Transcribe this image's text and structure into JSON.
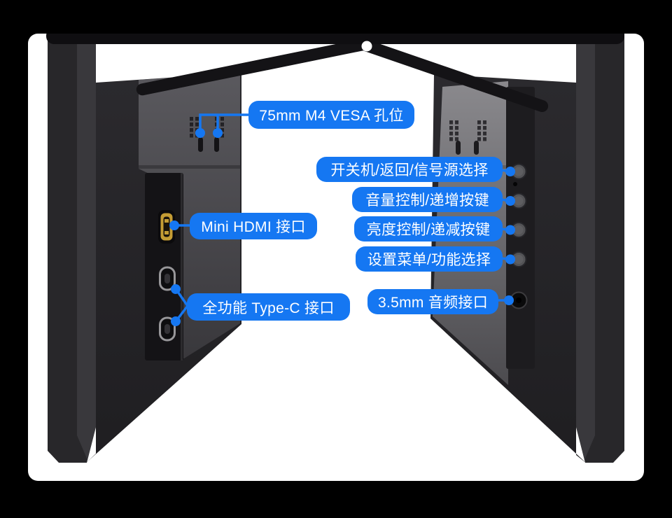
{
  "colors": {
    "accent_blue": "#1577F2",
    "canvas_bg": "#000000",
    "card_bg": "#FFFFFF",
    "monitor_dark": "#232226",
    "plate_gray_left": "#4E4D51",
    "plate_gray_right": "#7B7A7E",
    "hdmi_gold": "#C49C34"
  },
  "callouts": {
    "vesa": {
      "label": "75mm M4 VESA 孔位"
    },
    "power": {
      "label": "开关机/返回/信号源选择"
    },
    "volume": {
      "label": "音量控制/递增按键"
    },
    "hdmi": {
      "label": "Mini HDMI 接口"
    },
    "brightness": {
      "label": "亮度控制/递减按键"
    },
    "menu": {
      "label": "设置菜单/功能选择"
    },
    "typec": {
      "label": "全功能 Type-C 接口"
    },
    "audio": {
      "label": "3.5mm 音频接口"
    }
  },
  "hardware": {
    "left_monitor_ports": [
      "mini-hdmi-port",
      "type-c-port-1",
      "type-c-port-2"
    ],
    "left_monitor_features": [
      "vesa-mount-holes"
    ],
    "right_monitor_controls": [
      "power-button",
      "volume-up-button",
      "brightness-down-button",
      "menu-button"
    ],
    "right_monitor_ports": [
      "audio-jack"
    ],
    "right_monitor_indicator": "led-indicator"
  }
}
